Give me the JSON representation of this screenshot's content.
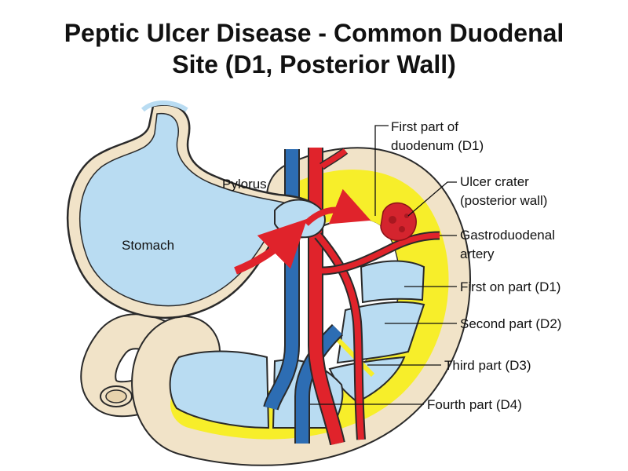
{
  "title": {
    "line1": "Peptic Ulcer Disease - Common Duodenal",
    "line2": "Site (D1, Posterior Wall)"
  },
  "labels": {
    "stomach": "Stomach",
    "pylorus": "Pylorus",
    "first_part_line1": "First part of",
    "first_part_line2": "duodenum (D1)",
    "ulcer_line1": "Ulcer crater",
    "ulcer_line2": "(posterior wall)",
    "artery_line1": "Gastroduodenal",
    "artery_line2": "artery",
    "d1": "First on part (D1)",
    "d2": "Second part (D2)",
    "d3": "Third part (D3)",
    "d4": "Fourth part (D4)"
  },
  "colors": {
    "stomach_fill": "#b9dcf2",
    "tissue_wall": "#f1e3c8",
    "duodenum_yellow": "#f7ee2a",
    "artery_red": "#e0232b",
    "vein_blue": "#2d6db3",
    "ulcer_red": "#d4242e",
    "outline": "#2a2a2a"
  }
}
